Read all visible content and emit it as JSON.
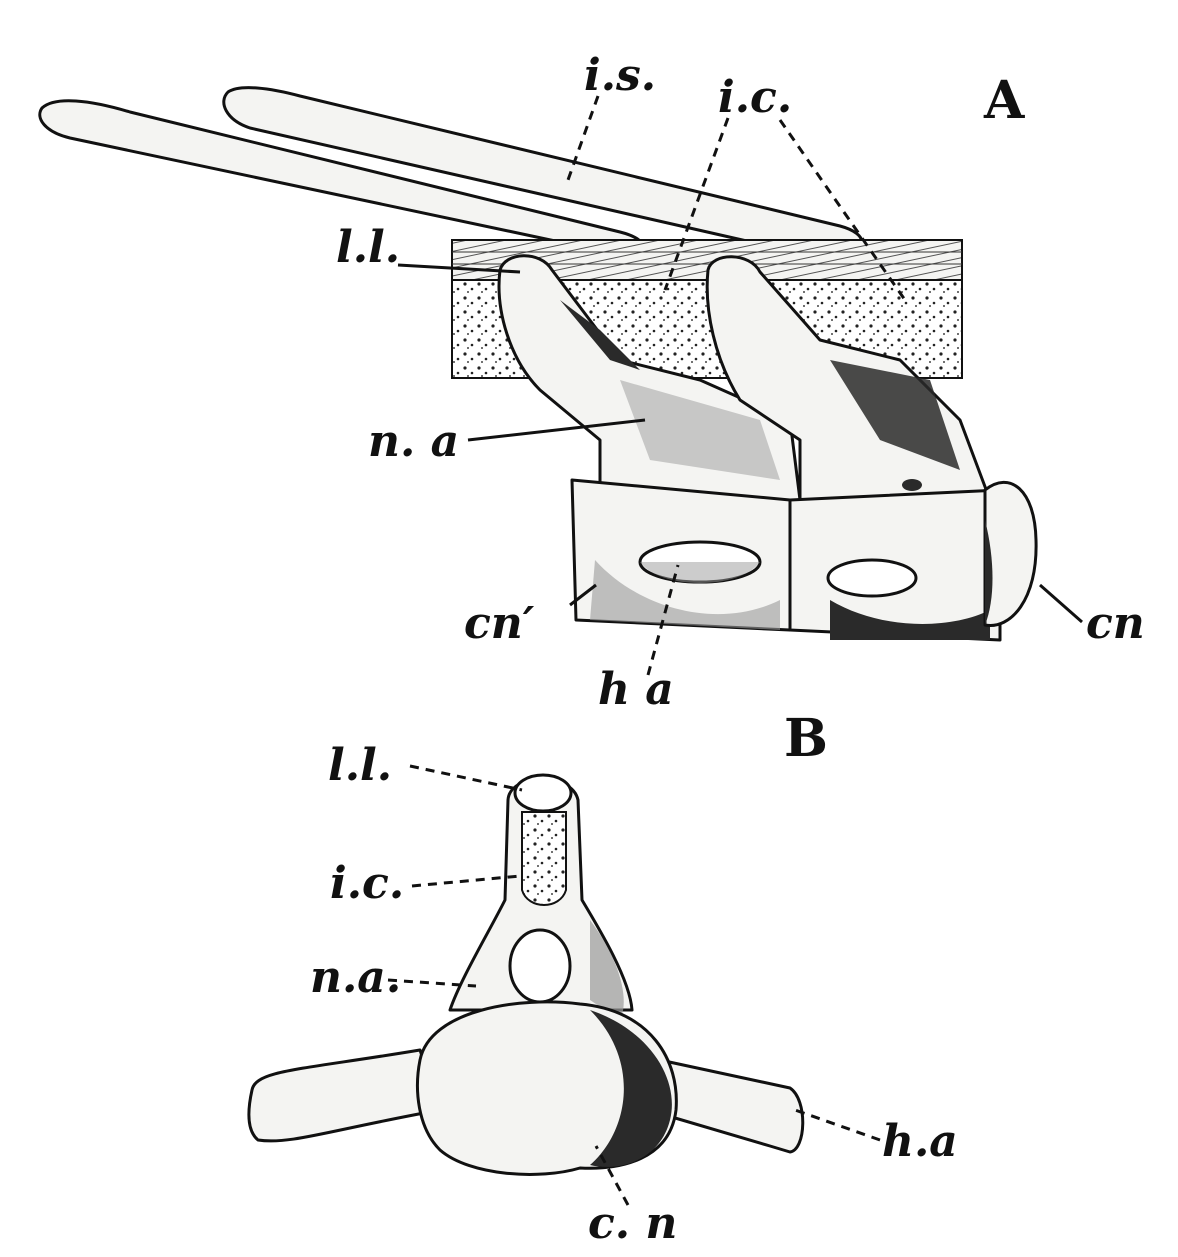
{
  "figure": {
    "panels": [
      {
        "id": "A",
        "letter": "A",
        "labels": {
          "is": "i.s.",
          "ic": "i.c.",
          "ll": "l.l.",
          "na": "n. a",
          "cn1": "cn′",
          "ha": "h a",
          "cn": "cn"
        }
      },
      {
        "id": "B",
        "letter": "B",
        "labels": {
          "ll": "l.l.",
          "ic": "i.c.",
          "na": "n.a.",
          "ha": "h.a",
          "cn": "c. n"
        }
      }
    ]
  }
}
